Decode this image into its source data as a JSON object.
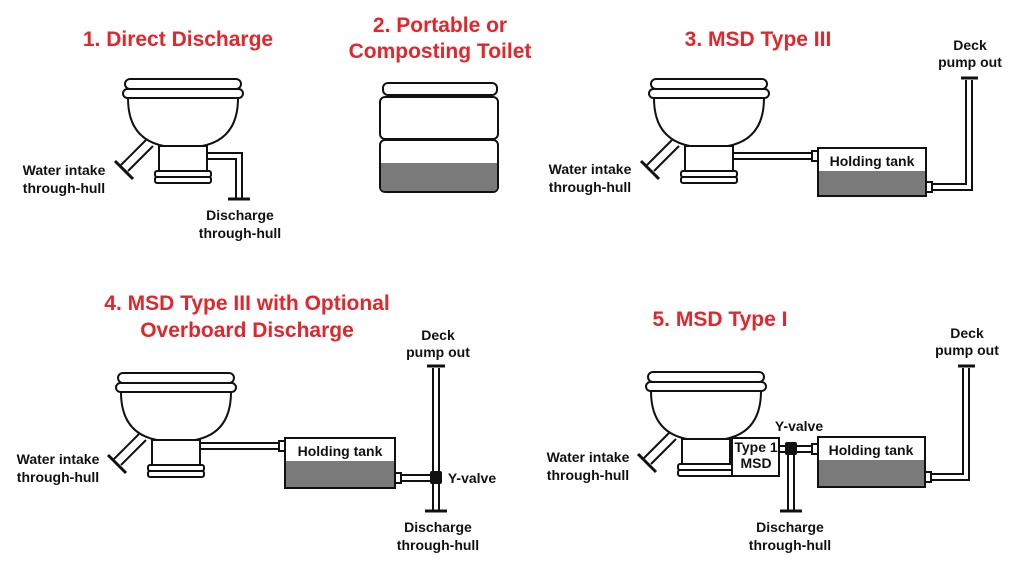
{
  "colors": {
    "title_red": "#e2262b",
    "waste_gray": "#7a7a7a",
    "line": "#111111"
  },
  "panels": [
    {
      "title": [
        "1. Direct Discharge"
      ],
      "labels": {
        "intake": [
          "Water intake",
          "through-hull"
        ],
        "discharge": [
          "Discharge",
          "through-hull"
        ]
      }
    },
    {
      "title": [
        "2. Portable or",
        "Composting Toilet"
      ]
    },
    {
      "title": [
        "3. MSD Type III"
      ],
      "labels": {
        "intake": [
          "Water intake",
          "through-hull"
        ],
        "tank": "Holding tank",
        "deck": [
          "Deck",
          "pump out"
        ]
      }
    },
    {
      "title": [
        "4. MSD Type III with Optional",
        "Overboard Discharge"
      ],
      "labels": {
        "intake": [
          "Water intake",
          "through-hull"
        ],
        "tank": "Holding tank",
        "deck": [
          "Deck",
          "pump out"
        ],
        "yvalve": "Y-valve",
        "discharge": [
          "Discharge",
          "through-hull"
        ]
      }
    },
    {
      "title": [
        "5. MSD Type I"
      ],
      "labels": {
        "intake": [
          "Water intake",
          "through-hull"
        ],
        "msd": [
          "Type 1",
          "MSD"
        ],
        "yvalve": "Y-valve",
        "tank": "Holding tank",
        "deck": [
          "Deck",
          "pump out"
        ],
        "discharge": [
          "Discharge",
          "through-hull"
        ]
      }
    }
  ]
}
